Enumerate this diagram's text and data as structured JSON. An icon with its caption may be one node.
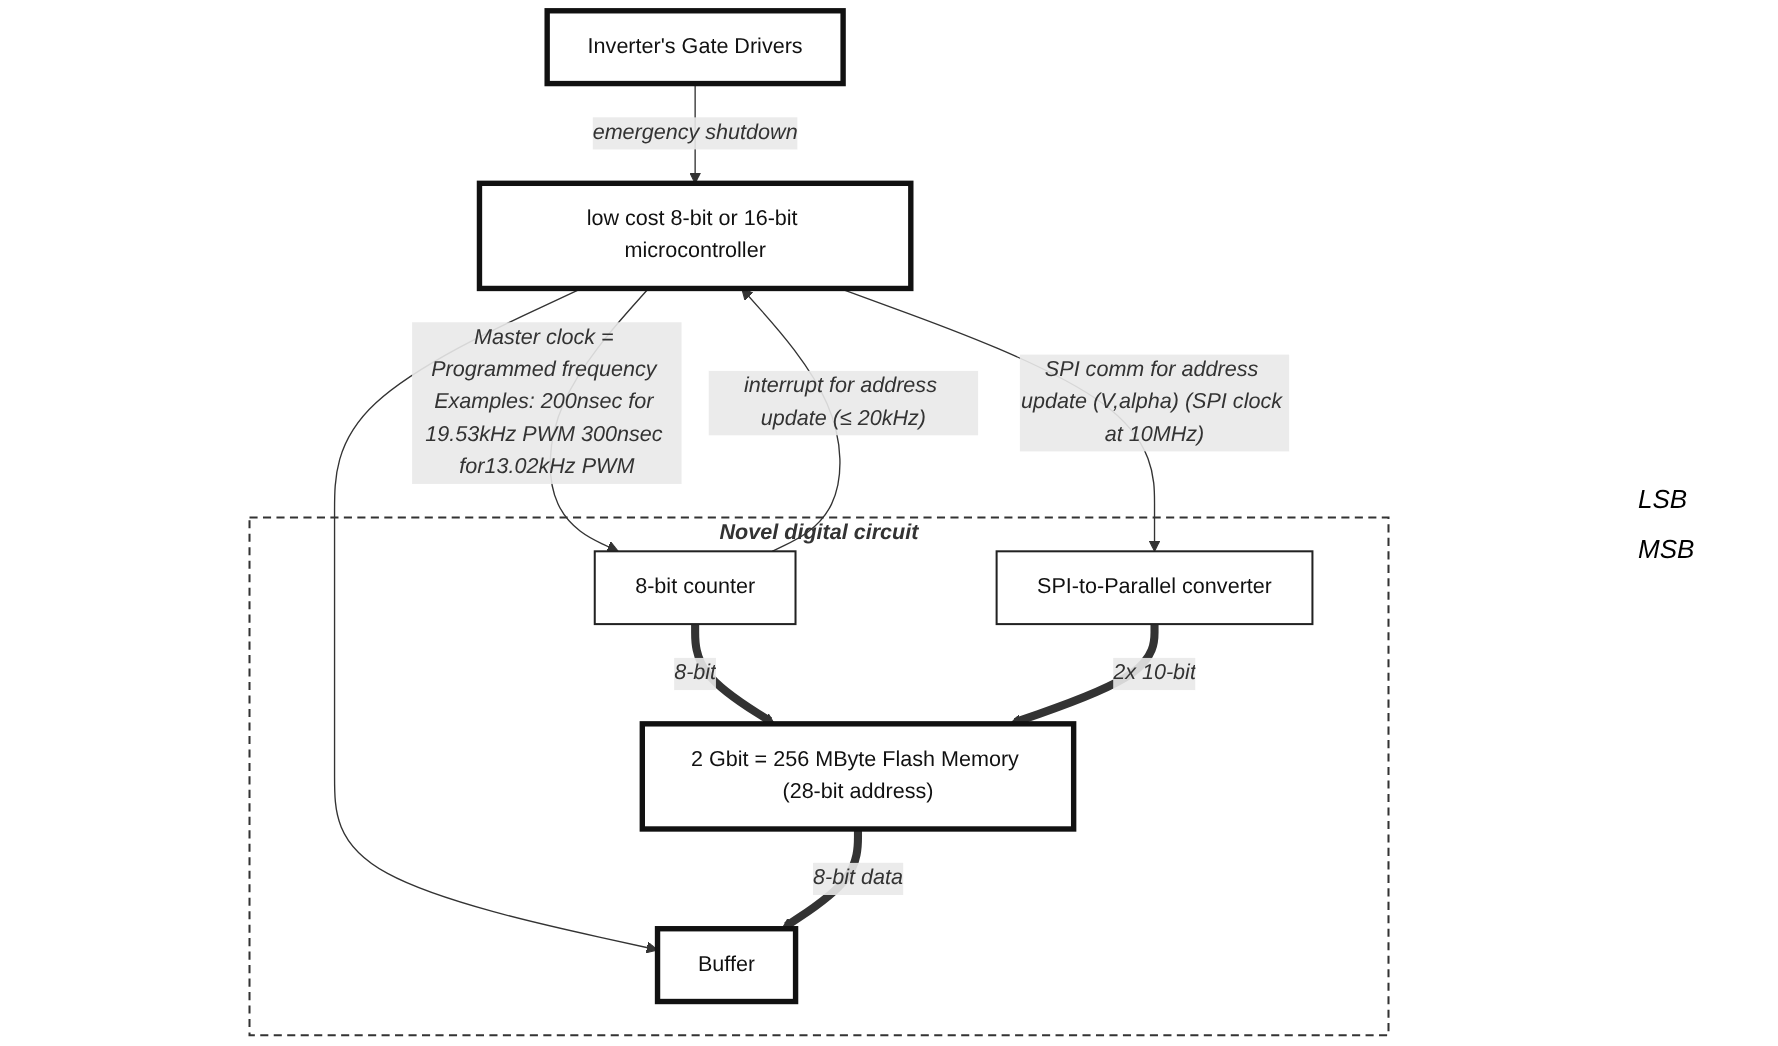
{
  "diagram": {
    "nodes": [
      {
        "text": [
          "low cost 8-bit or 16-bit microcontroller"
        ]
      },
      {
        "text": [
          "Novel digital circuit"
        ]
      },
      {
        "text": [
          "8-bit counter"
        ],
        "in": 1
      },
      {
        "text": [
          "SPI-to-Parallel converter"
        ],
        "in": 1
      },
      {
        "text": [
          "2 Gbit = 256 MByte Flash Memory (28-bit address)"
        ],
        "in": 1
      },
      {
        "text": [
          "Buffer"
        ],
        "in": 1
      },
      {
        "text": [
          "Inverter's Gate Drivers"
        ]
      }
    ],
    "edges": [
      {
        "from": 0,
        "to": 2,
        "arrow": "to",
        "label": "Master clock = Programmed frequency Examples: 200nsec for 19.53kHz PWM 300nsec for13.02kHz PWM"
      },
      {
        "from": 0,
        "to": 5,
        "arrow": "to"
      },
      {
        "from": 2,
        "to": 0,
        "arrow": "to",
        "label": "interrupt for address update (≤ 20kHz)"
      },
      {
        "from": 0,
        "to": 3,
        "arrow": "to",
        "label": "SPI comm for address update (V,alpha) (SPI clock at 10MHz)"
      },
      {
        "from": 6,
        "to": 0,
        "arrow": "to",
        "label": "emergency shutdown"
      },
      {
        "from": 2,
        "to": 4,
        "arrow": "to",
        "label": "8-bit",
        "style": "thick"
      },
      {
        "from": 3,
        "to": 4,
        "arrow": "to",
        "label": "2x 10-bit",
        "style": "thick"
      },
      {
        "from": 4,
        "to": 5,
        "arrow": "to",
        "label": "8-bit data",
        "style": "thick"
      }
    ],
    "labels": [
      "LSB",
      "MSB"
    ]
  }
}
